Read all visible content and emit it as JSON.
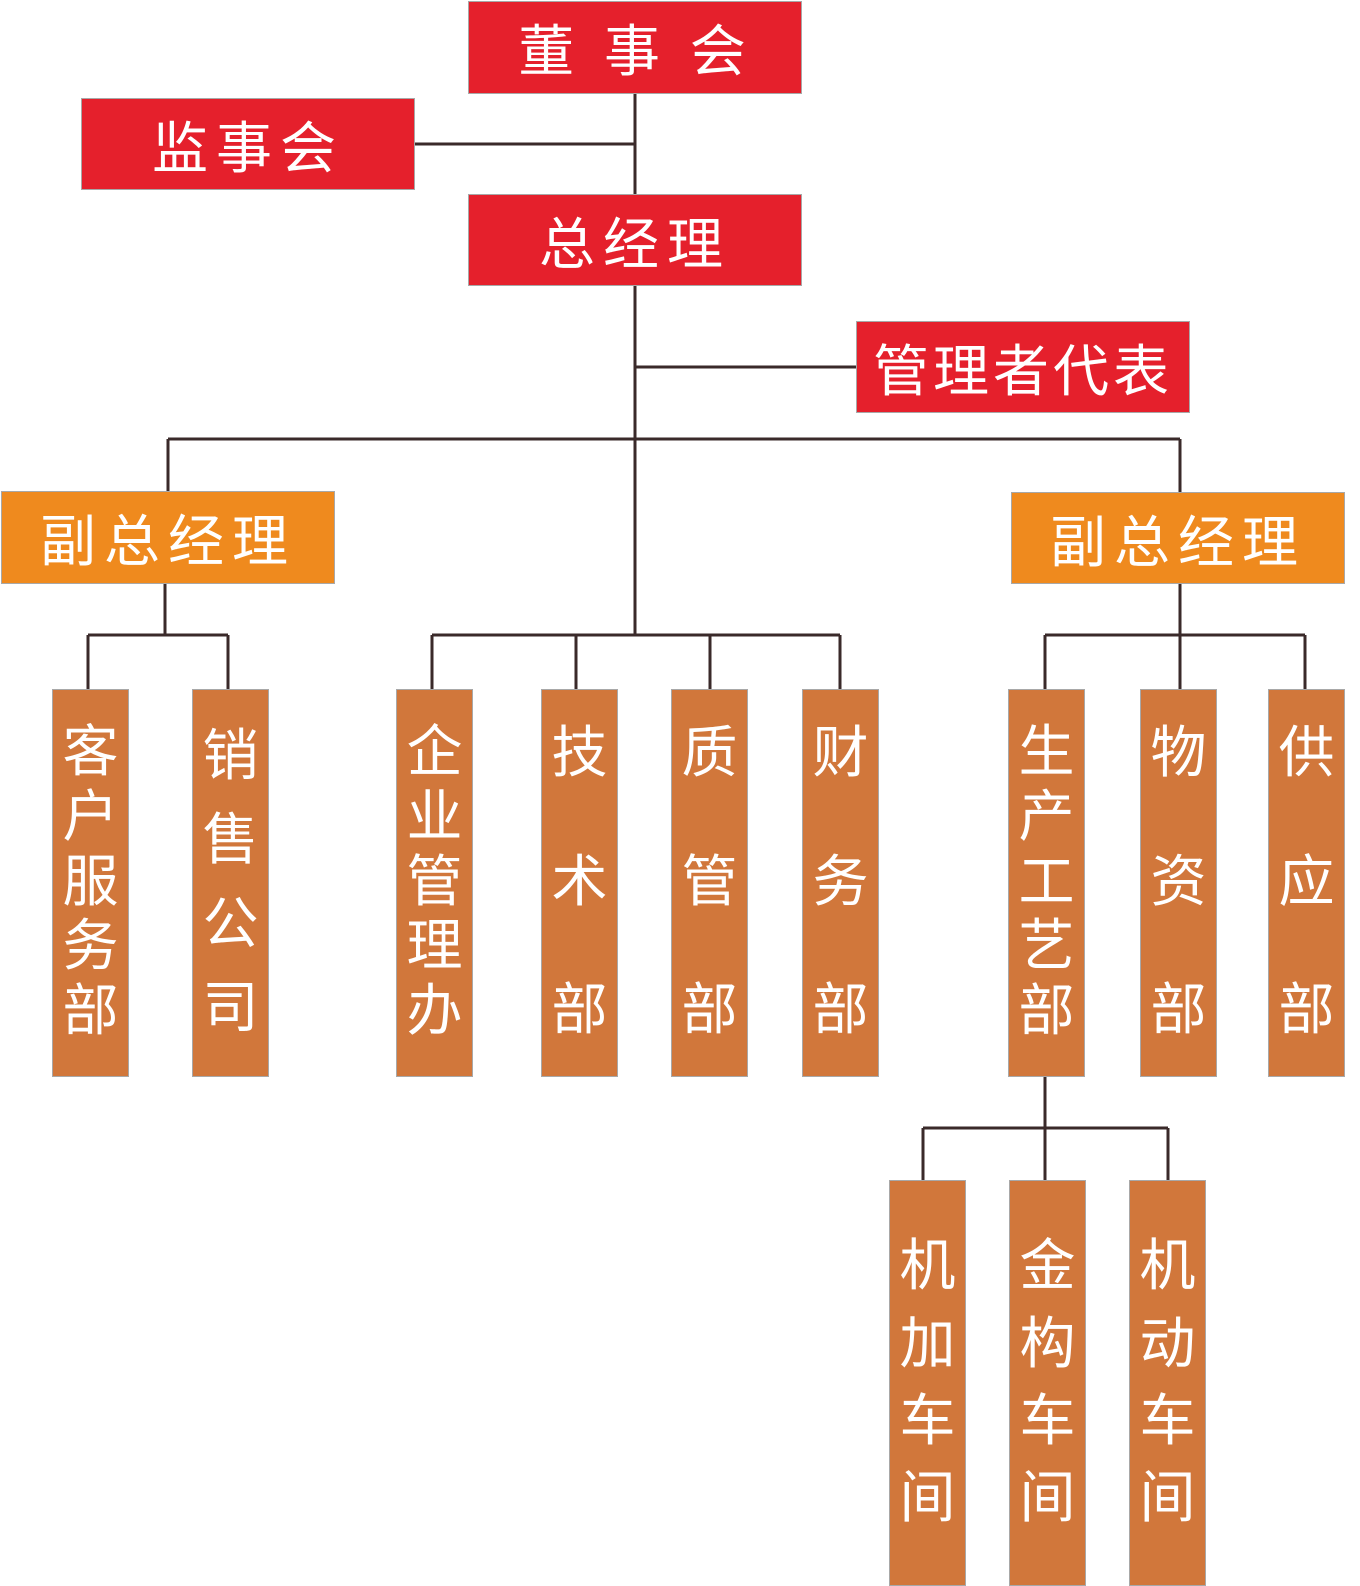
{
  "colors": {
    "leadership": "#e5202c",
    "deputy": "#ef8a1e",
    "department": "#d1773b",
    "connector": "#3a2a2a"
  },
  "nodes": {
    "board": "董 事 会",
    "supervisory": "监事会",
    "gm": "总经理",
    "mgmt_rep": "管理者代表",
    "deputy_left": "副总经理",
    "deputy_right": "副总经理",
    "dept_customer": "客户服务部",
    "dept_sales": "销售公司",
    "dept_admin": "企业管理办",
    "dept_tech": "技术部",
    "dept_quality": "质管部",
    "dept_finance": "财务部",
    "dept_production": "生产工艺部",
    "dept_materials": "物资部",
    "dept_supply": "供应部",
    "ws_machining": "机加车间",
    "ws_metal": "金构车间",
    "ws_power": "机动车间"
  }
}
